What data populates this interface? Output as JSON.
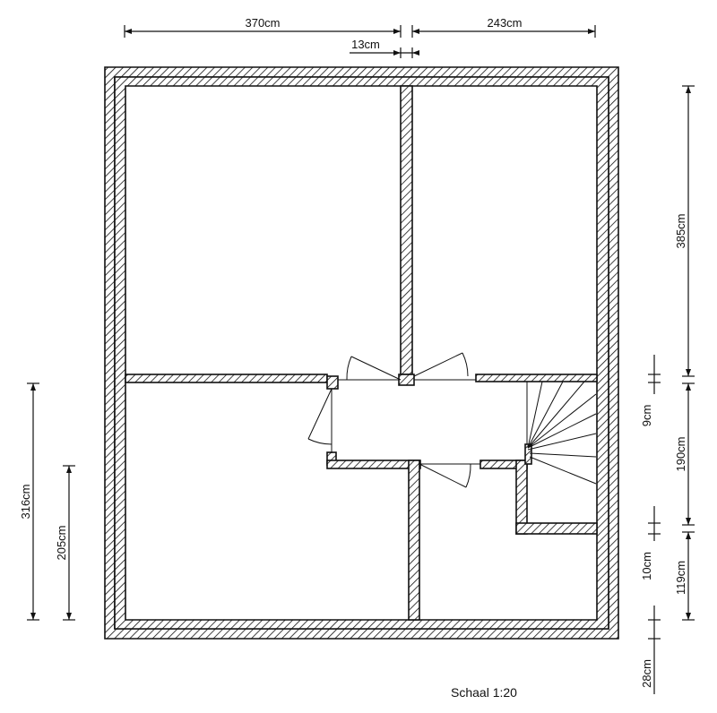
{
  "dimensions": {
    "top_left_width": "370cm",
    "top_right_width": "243cm",
    "wall_thickness": "13cm",
    "right_upper_height": "385cm",
    "right_gap_small": "9cm",
    "right_stair_height": "190cm",
    "right_gap_10": "10cm",
    "right_lower_height": "119cm",
    "right_bottom_wall": "28cm",
    "left_total_height": "316cm",
    "left_inner_height": "205cm"
  },
  "scale_label": "Schaal 1:20"
}
